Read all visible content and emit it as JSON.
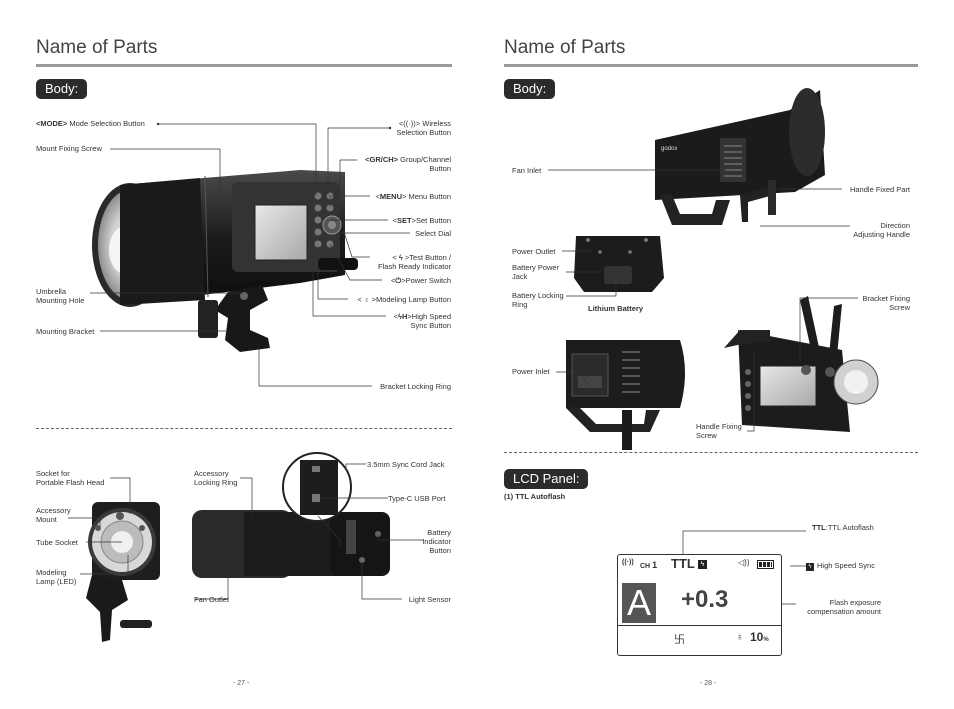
{
  "left": {
    "title": "Name of Parts",
    "body_tag": "Body:",
    "top_labels": {
      "mode_key": "<MODE>",
      "mode_rest": " Mode Selection Button",
      "mount_screw": "Mount Fixing Screw",
      "umbrella_l1": "Umbrella",
      "umbrella_l2": "Mounting Hole",
      "mount_bracket": "Mounting Bracket",
      "wireless_pre": "<",
      "wireless_post": "> Wireless",
      "wireless_l2": "Selection Button",
      "grch_key": "<GR/CH>",
      "grch_rest": " Group/Channel",
      "grch_l2": "Button",
      "menu_pre": "<",
      "menu_key": "MENU",
      "menu_post": "> Menu Button",
      "set_pre": "<",
      "set_key": "SET",
      "set_post": ">Set Button",
      "select_dial": "Select Dial",
      "test_pre": "<",
      "test_post": ">Test Button /",
      "test_l2": "Flash Ready Indicator",
      "power_pre": "<",
      "power_post": ">Power Switch",
      "model_pre": "<",
      "model_post": ">Modeling Lamp Button",
      "hss_pre": "<",
      "hss_key": "H",
      "hss_post": ">High Speed",
      "hss_l2": "Sync Button",
      "bracket_ring": "Bracket Locking Ring"
    },
    "bottom_labels": {
      "socket_l1": "Socket for",
      "socket_l2": "Portable Flash Head",
      "acc_mount_l1": "Accessory",
      "acc_mount_l2": "Mount",
      "tube_socket": "Tube Socket",
      "modeling_l1": "Modeling",
      "modeling_l2": "Lamp (LED)",
      "acc_lock_l1": "Accessory",
      "acc_lock_l2": "Locking Ring",
      "fan_outlet": "Fan Outlet",
      "sync_jack": "3.5mm Sync Cord Jack",
      "usb_port": "Type-C USB Port",
      "battery_l1": "Battery",
      "battery_l2": "Indicator",
      "battery_l3": "Button",
      "light_sensor": "Light Sensor"
    },
    "page_number": "- 27 -"
  },
  "right": {
    "title": "Name of Parts",
    "body_tag": "Body:",
    "labels": {
      "fan_inlet": "Fan Inlet",
      "handle_fixed": "Handle Fixed Part",
      "direction_l1": "Direction",
      "direction_l2": "Adjusting Handle",
      "power_outlet": "Power Outlet",
      "battery_jack_l1": "Battery Power",
      "battery_jack_l2": "Jack",
      "battery_ring_l1": "Battery Locking",
      "battery_ring_l2": "Ring",
      "lithium": "Lithium Battery",
      "bracket_screw_l1": "Bracket Fixing",
      "bracket_screw_l2": "Screw",
      "power_inlet": "Power Inlet",
      "handle_screw_l1": "Handle Fixing",
      "handle_screw_l2": "Screw"
    },
    "lcd_tag": "LCD Panel:",
    "lcd_subtitle": "(1) TTL Autoflash",
    "lcd_labels": {
      "ttl_key": "TTL",
      "ttl_rest": ":TTL  Autoflash",
      "hss": "High Speed Sync",
      "comp_l1": "Flash exposure",
      "comp_l2": "compensation amount"
    },
    "lcd": {
      "ch_label": "CH",
      "ch_value": "1",
      "ttl": "TTL",
      "mode_letter": "A",
      "comp_value": "+0.3",
      "model_value": "10",
      "model_unit": "%"
    },
    "page_number": "- 28 -"
  },
  "colors": {
    "tag_bg": "#2b2b2b",
    "rule": "#9a9a9a"
  }
}
